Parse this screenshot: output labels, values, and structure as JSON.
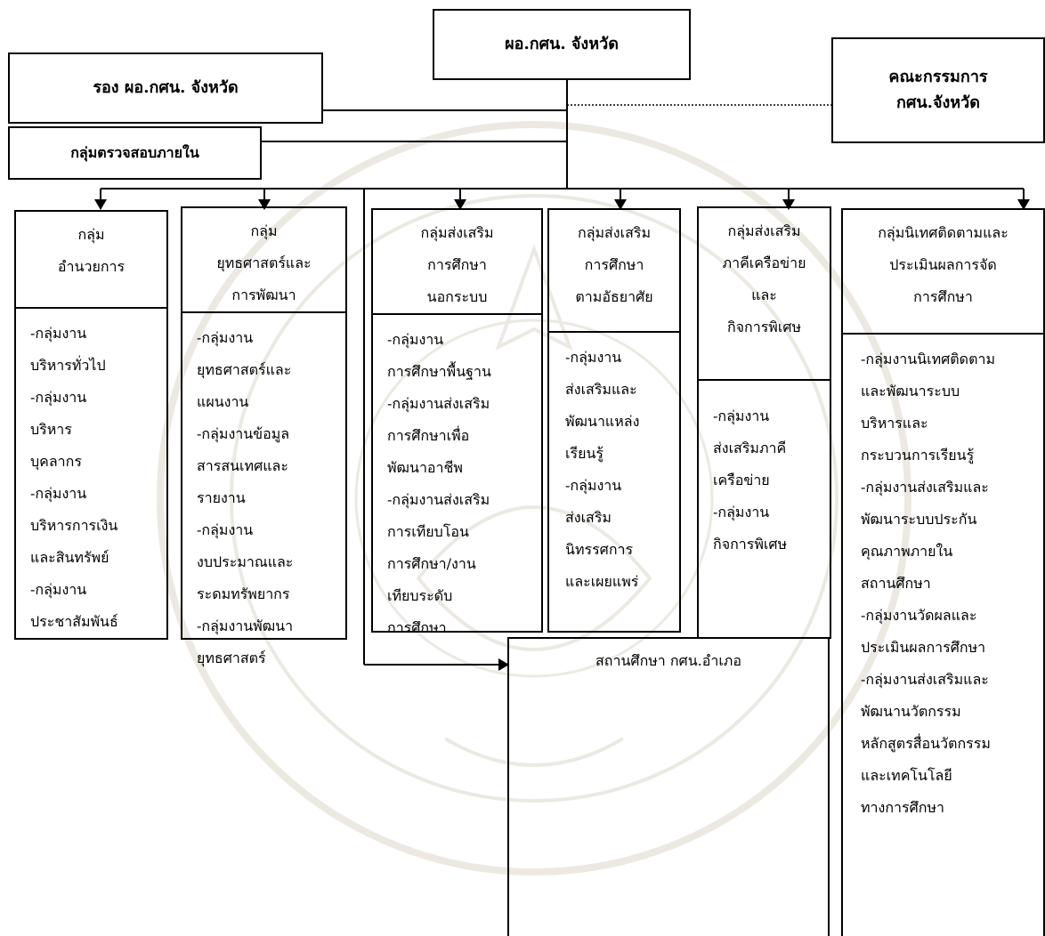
{
  "director": {
    "label": "ผอ.กศน. จังหวัด"
  },
  "deputy": {
    "label": "รอง ผอ.กศน. จังหวัด"
  },
  "committee": {
    "line1": "คณะกรรมการ",
    "line2": "กศน.จังหวัด"
  },
  "audit": {
    "label": "กลุ่มตรวจสอบภายใน"
  },
  "groups": [
    {
      "head": [
        "กลุ่ม",
        "อำนวยการ"
      ],
      "items": [
        "-กลุ่มงาน",
        "บริหารทั่วไป",
        "-กลุ่มงาน",
        "บริหาร",
        "บุคลากร",
        "-กลุ่มงาน",
        "บริหารการเงิน",
        "และสินทรัพย์",
        "-กลุ่มงาน",
        "ประชาสัมพันธ์"
      ]
    },
    {
      "head": [
        "กลุ่ม",
        "ยุทธศาสตร์และ",
        "การพัฒนา"
      ],
      "items": [
        "-กลุ่มงาน",
        "ยุทธศาสตร์และ",
        "แผนงาน",
        "-กลุ่มงานข้อมูล",
        "สารสนเทศและ",
        "รายงาน",
        "-กลุ่มงาน",
        "งบประมาณและ",
        "ระดมทรัพยากร",
        "-กลุ่มงานพัฒนา",
        "ยุทธศาสตร์"
      ]
    },
    {
      "head": [
        "กลุ่มส่งเสริม",
        "การศึกษา",
        "นอกระบบ"
      ],
      "items": [
        "-กลุ่มงาน",
        "การศึกษาพื้นฐาน",
        "-กลุ่มงานส่งเสริม",
        "การศึกษาเพื่อ",
        "พัฒนาอาชีพ",
        "-กลุ่มงานส่งเสริม",
        "การเทียบโอน",
        "การศึกษา/งาน",
        "เทียบระดับ",
        "การศึกษา"
      ]
    },
    {
      "head": [
        "กลุ่มส่งเสริม",
        "การศึกษา",
        "ตามอัธยาศัย"
      ],
      "items": [
        "-กลุ่มงาน",
        "ส่งเสริมและ",
        "พัฒนาแหล่ง",
        "เรียนรู้",
        "-กลุ่มงาน",
        "ส่งเสริม",
        "นิทรรศการ",
        "และเผยแพร่"
      ]
    },
    {
      "head": [
        "กลุ่มส่งเสริม",
        "ภาคีเครือข่าย",
        "และ",
        "กิจการพิเศษ"
      ],
      "items": [
        "-กลุ่มงาน",
        "ส่งเสริมภาคี",
        "เครือข่าย",
        "-กลุ่มงาน",
        "กิจการพิเศษ"
      ]
    },
    {
      "head": [
        "กลุ่มนิเทศติดตามและ",
        "ประเมินผลการจัด",
        "การศึกษา"
      ],
      "items": [
        "-กลุ่มงานนิเทศติดตาม",
        "และพัฒนาระบบ",
        "บริหารและ",
        "กระบวนการเรียนรู้",
        "-กลุ่มงานส่งเสริมและ",
        "พัฒนาระบบประกัน",
        "คุณภาพภายใน",
        "สถานศึกษา",
        "-กลุ่มงานวัดผลและ",
        "ประเมินผลการศึกษา",
        "-กลุ่มงานส่งเสริมและ",
        "พัฒนานวัตกรรม",
        "หลักสูตรสื่อนวัตกรรม",
        "และเทคโนโลยี",
        "ทางการศึกษา"
      ]
    }
  ],
  "district": {
    "label": "สถานศึกษา กศน.อำเภอ"
  }
}
